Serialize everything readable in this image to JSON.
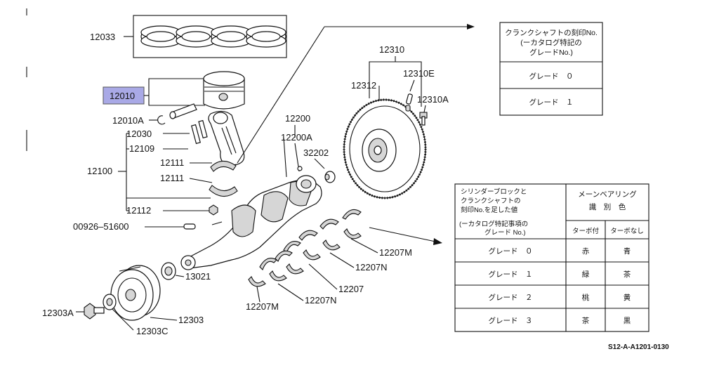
{
  "parts": {
    "p12033": "12033",
    "p12010": "12010",
    "p12010A": "12010A",
    "p12030": "12030",
    "p12109": "12109",
    "p12100": "12100",
    "p12111a": "12111",
    "p12111b": "12111",
    "p12112": "12112",
    "p00926": "00926–51600",
    "p12200": "12200",
    "p12200A": "12200A",
    "p32202": "32202",
    "p12310": "12310",
    "p12310E": "12310E",
    "p12312": "12312",
    "p12310A": "12310A",
    "p13021": "13021",
    "p12207M1": "12207M",
    "p12207N1": "12207N",
    "p12207": "12207",
    "p12207N2": "12207N",
    "p12207M2": "12207M",
    "p12303A": "12303A",
    "p12303": "12303",
    "p12303C": "12303C"
  },
  "crank_grade_table": {
    "header_l1": "クランクシャフトの刻印No.",
    "header_l2": "(ーカタログ特記の",
    "header_l3": "グレードNo.)",
    "rows": [
      "グレード　０",
      "グレード　１"
    ]
  },
  "bearing_table": {
    "left_h1": "シリンダーブロックと",
    "left_h2": "クランクシャフトの",
    "left_h3": "刻印No.を足した値",
    "left_h4": "(ーカタログ特記事項の",
    "left_h5": "グレード No.)",
    "right_h1": "メーンベアリング",
    "right_h2": "識　別　色",
    "col1": "ターボ付",
    "col2": "ターボなし",
    "rows": [
      {
        "grade": "グレード　０",
        "turbo": "赤",
        "no_turbo": "青"
      },
      {
        "grade": "グレード　１",
        "turbo": "緑",
        "no_turbo": "茶"
      },
      {
        "grade": "グレード　２",
        "turbo": "桃",
        "no_turbo": "黄"
      },
      {
        "grade": "グレード　３",
        "turbo": "茶",
        "no_turbo": "黒"
      }
    ]
  },
  "diagram_code": "S12-A-A1201-0130",
  "colors": {
    "highlight": "#a9a9e6",
    "ink": "#111111",
    "shade": "#d6d6d6"
  }
}
